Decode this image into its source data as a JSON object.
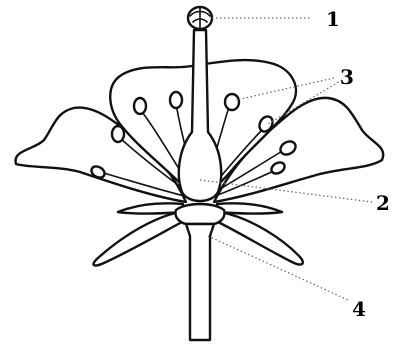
{
  "diagram": {
    "labels": [
      {
        "id": "1",
        "text": "1"
      },
      {
        "id": "2",
        "text": "2"
      },
      {
        "id": "3",
        "text": "3"
      },
      {
        "id": "4",
        "text": "4"
      }
    ],
    "colors": {
      "ink": "#111111",
      "leader": "#666666",
      "background": "#ffffff"
    }
  }
}
